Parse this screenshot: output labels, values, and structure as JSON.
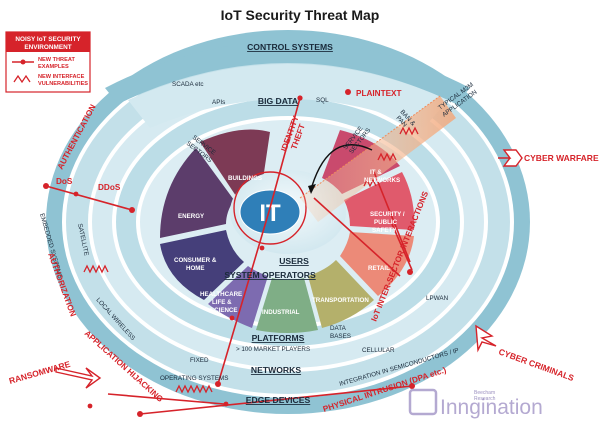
{
  "title": "IoT Security Threat Map",
  "legend": {
    "heading": [
      "NOISY IoT SECURITY",
      "ENVIRONMENT"
    ],
    "items": [
      "NEW THREAT",
      "EXAMPLES",
      "NEW INTERFACE",
      "VULNERABILITIES"
    ]
  },
  "rings": {
    "control_systems": "CONTROL SYSTEMS",
    "big_data": "BIG DATA",
    "users": "USERS",
    "system_operators": "SYSTEM OPERATORS",
    "platforms": "PLATFORMS",
    "networks": "NETWORKS",
    "edge_devices": "EDGE DEVICES"
  },
  "labels": {
    "scada": "SCADA etc",
    "apis": "APIs",
    "sql": "SQL",
    "market_players": "> 100 MARKET PLAYERS",
    "data": "DATA",
    "bases": "BASES",
    "cellular": "CELLULAR",
    "lpwan": "LPWAN",
    "fixed": "FIXED",
    "operating_systems": "OPERATING SYSTEMS",
    "integration": "INTEGRATION IN SEMICONDUCTORS / IP",
    "embedded": "EMBEDDED SYSTEMS",
    "satellite": "SATELLITE",
    "local_wireless": "LOCAL WIRELESS",
    "ban": "BAN &",
    "pan": "PAN",
    "mam": [
      "TYPICAL M2M",
      "APPLICATION"
    ],
    "service_left": [
      "SERVICE",
      "SECTORS"
    ],
    "service_right": [
      "SERVICE",
      "SECTORS"
    ],
    "it": "IT"
  },
  "sectors": {
    "buildings": "BUILDINGS",
    "energy": "ENERGY",
    "consumer": [
      "CONSUMER &",
      "HOME"
    ],
    "healthcare": [
      "HEALTHCARE",
      "LIFE &",
      "SCIENCE"
    ],
    "industrial": "INDUSTRIAL",
    "transportation": "TRANSPORTATION",
    "retail": "RETAIL",
    "security": [
      "SECURITY /",
      "PUBLIC",
      "SAFETY"
    ],
    "it_networks": [
      "IT &",
      "NETWORKS"
    ]
  },
  "threats": {
    "identity_theft": [
      "IDENTITY",
      "THEFT"
    ],
    "plaintext": "PLAINTEXT",
    "authentication": "AUTHENTICATION",
    "dos": "DoS",
    "ddos": "DDoS",
    "authorization": "AUTHORIZATION",
    "app_hijacking": "APPLICATION HIJACKING",
    "iot_inter_sector": "IoT INTER-SECTOR INTERACTIONS",
    "physical_intrusion": "PHYSICAL INTRUSION (DPA etc.)"
  },
  "external_threats": {
    "cyber_warfare": "CYBER WARFARE",
    "cyber_criminals": "CYBER CRIMINALS",
    "ransomware": "RANSOMWARE"
  },
  "brand": {
    "name": "Inngination",
    "sub1": "Beecham",
    "sub2": "Research"
  },
  "colors": {
    "ring_dark": "#8fc3d3",
    "ring_mid": "#b7dae5",
    "ring_light": "#d3e9f0",
    "threat_red": "#d6232a",
    "buildings": "#7d3a55",
    "energy": "#5c3d6b",
    "consumer": "#453f7a",
    "healthcare": "#7d6bb0",
    "industrial": "#7fae86",
    "transportation": "#b4b06b",
    "retail": "#ec8a78",
    "security": "#e05a6c",
    "it_networks": "#c94a6d",
    "brand": "#a79bc9"
  }
}
